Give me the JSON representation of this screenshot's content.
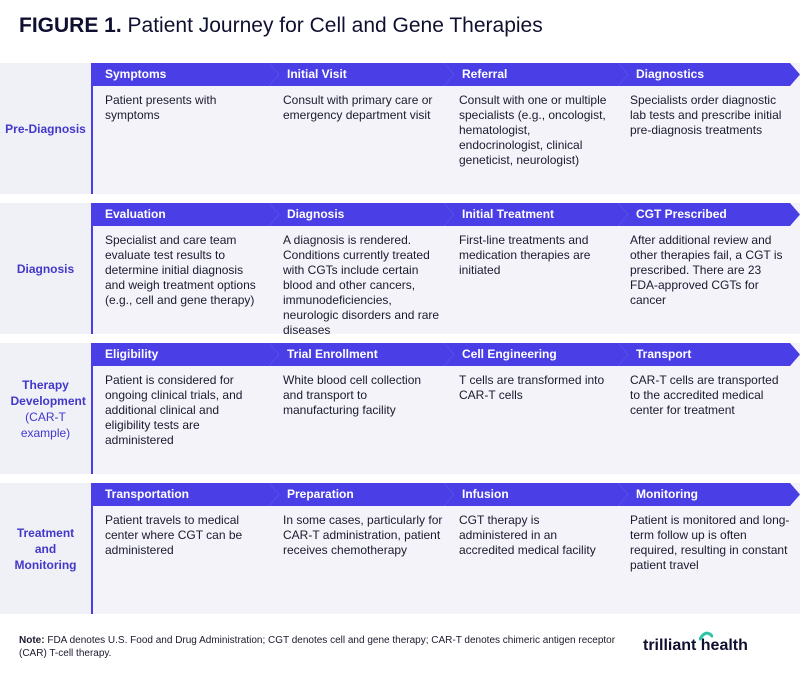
{
  "title": {
    "prefix": "FIGURE 1.",
    "text": "Patient Journey for Cell and Gene Therapies"
  },
  "stages": [
    {
      "label": "Pre-Diagnosis",
      "sublabel": "",
      "steps": [
        {
          "title": "Symptoms",
          "desc": "Patient presents with symptoms"
        },
        {
          "title": "Initial Visit",
          "desc": "Consult with primary care or emergency department visit"
        },
        {
          "title": "Referral",
          "desc": "Consult with one or multiple specialists (e.g., oncologist, hematologist, endocrinologist, clinical geneticist, neurologist)"
        },
        {
          "title": "Diagnostics",
          "desc": "Specialists order diagnostic lab tests and prescribe initial pre-diagnosis treatments"
        }
      ]
    },
    {
      "label": "Diagnosis",
      "sublabel": "",
      "steps": [
        {
          "title": "Evaluation",
          "desc": "Specialist and care team evaluate test results to determine initial diagnosis and weigh treatment options (e.g., cell and gene therapy)"
        },
        {
          "title": "Diagnosis",
          "desc": "A diagnosis is rendered. Conditions currently treated with CGTs include certain blood and other cancers, immunodeficiencies, neurologic disorders and rare diseases"
        },
        {
          "title": "Initial Treatment",
          "desc": "First-line treatments and medication therapies are initiated"
        },
        {
          "title": "CGT Prescribed",
          "desc": "After additional review and other therapies fail, a CGT is prescribed. There are 23 FDA-approved CGTs for cancer"
        }
      ]
    },
    {
      "label": "Therapy Development",
      "sublabel": "(CAR-T example)",
      "steps": [
        {
          "title": "Eligibility",
          "desc": "Patient is considered for ongoing clinical trials, and additional clinical and eligibility tests are administered"
        },
        {
          "title": "Trial Enrollment",
          "desc": "White blood cell collection and transport to manufacturing facility"
        },
        {
          "title": "Cell Engineering",
          "desc": "T cells are transformed into CAR-T cells"
        },
        {
          "title": "Transport",
          "desc": "CAR-T cells are transported to the accredited medical center for treatment"
        }
      ]
    },
    {
      "label": "Treatment and Monitoring",
      "sublabel": "",
      "steps": [
        {
          "title": "Transportation",
          "desc": "Patient travels to medical center where CGT can be administered"
        },
        {
          "title": "Preparation",
          "desc": "In some cases, particularly for CAR-T administration, patient receives chemotherapy"
        },
        {
          "title": "Infusion",
          "desc": "CGT therapy is administered in an accredited medical facility"
        },
        {
          "title": "Monitoring",
          "desc": "Patient is monitored and long-term follow up is often required, resulting in constant patient travel"
        }
      ]
    }
  ],
  "note": {
    "label": "Note:",
    "text": "FDA denotes U.S. Food and Drug Administration; CGT denotes cell and gene therapy; CAR-T denotes chimeric antigen receptor (CAR) T-cell therapy."
  },
  "logo": {
    "text": "trilliant health",
    "accent_color": "#2ec4a6"
  },
  "colors": {
    "arrow": "#4a3ee6",
    "label_text": "#4338ca",
    "panel_bg": "#f3f3f9"
  }
}
